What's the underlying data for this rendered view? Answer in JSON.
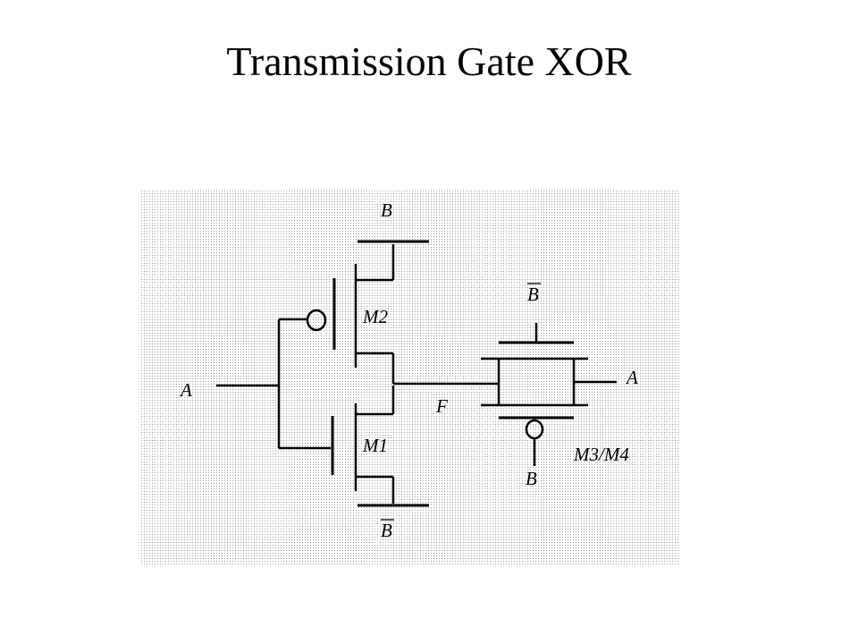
{
  "title": "Transmission Gate XOR",
  "colors": {
    "background": "#ffffff",
    "ink": "#000000",
    "panel_dots": "#9a9a9a"
  },
  "diagram": {
    "labels": {
      "b_top": "B",
      "m2": "M2",
      "b_bar_right": "B",
      "a_left": "A",
      "a_right": "A",
      "f": "F",
      "m1": "M1",
      "m3m4": "M3/M4",
      "b_bottom_right": "B",
      "b_bar_bottom": "B"
    }
  }
}
